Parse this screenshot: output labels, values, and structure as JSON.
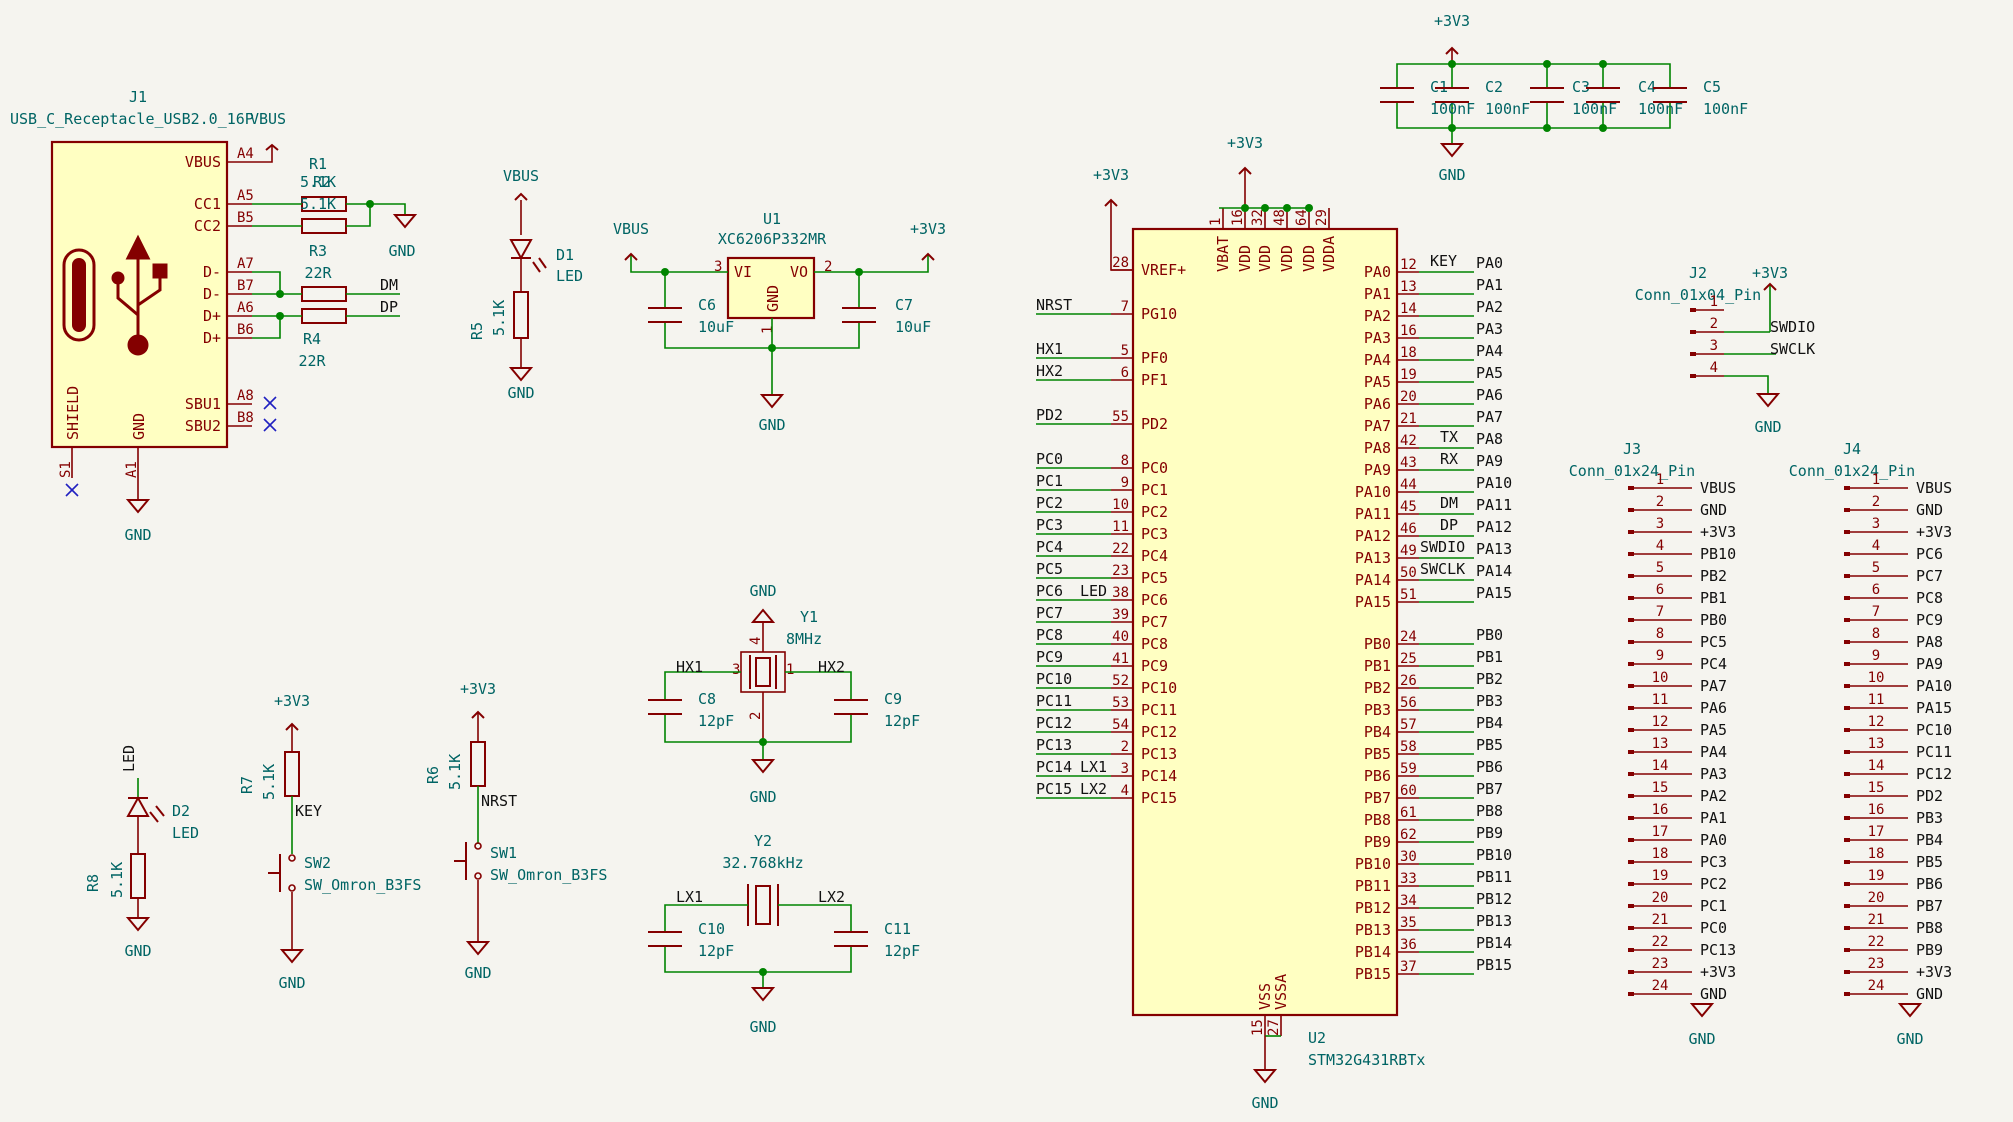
{
  "power": {
    "p3v3": "+3V3",
    "gnd": "GND",
    "vbus": "VBUS"
  },
  "j1": {
    "ref": "J1",
    "value": "USB_C_Receptacle_USB2.0_16P",
    "left_pins": [
      {
        "name": "VBUS",
        "num": "A4"
      },
      {
        "name": "CC1",
        "num": "A5"
      },
      {
        "name": "CC2",
        "num": "B5"
      },
      {
        "name": "D-",
        "num": "A7"
      },
      {
        "name": "D-",
        "num": "B7"
      },
      {
        "name": "D+",
        "num": "A6"
      },
      {
        "name": "D+",
        "num": "B6"
      },
      {
        "name": "SBU1",
        "num": "A8"
      },
      {
        "name": "SBU2",
        "num": "B8"
      }
    ],
    "shield": "SHIELD",
    "gnd_name": "GND",
    "s1": "S1",
    "a1": "A1"
  },
  "resistors": {
    "r1": {
      "ref": "R1",
      "value": "5.1K"
    },
    "r2": {
      "ref": "R2",
      "value": "5.1K"
    },
    "r3": {
      "ref": "R3",
      "value": "22R"
    },
    "r4": {
      "ref": "R4",
      "value": "22R"
    },
    "r5": {
      "ref": "R5",
      "value": "5.1K"
    },
    "r6": {
      "ref": "R6",
      "value": "5.1K"
    },
    "r7": {
      "ref": "R7",
      "value": "5.1K"
    },
    "r8": {
      "ref": "R8",
      "value": "5.1K"
    }
  },
  "diodes": {
    "d1": {
      "ref": "D1",
      "value": "LED"
    },
    "d2": {
      "ref": "D2",
      "value": "LED"
    }
  },
  "u1": {
    "ref": "U1",
    "value": "XC6206P332MR",
    "pin_vi": "VI",
    "pin_vo": "VO",
    "pin_gnd": "GND",
    "num_vi": "3",
    "num_vo": "2",
    "num_gnd": "1"
  },
  "caps": {
    "c1": {
      "ref": "C1",
      "value": "100nF"
    },
    "c2": {
      "ref": "C2",
      "value": "100nF"
    },
    "c3": {
      "ref": "C3",
      "value": "100nF"
    },
    "c4": {
      "ref": "C4",
      "value": "100nF"
    },
    "c5": {
      "ref": "C5",
      "value": "100nF"
    },
    "c6": {
      "ref": "C6",
      "value": "10uF"
    },
    "c7": {
      "ref": "C7",
      "value": "10uF"
    },
    "c8": {
      "ref": "C8",
      "value": "12pF"
    },
    "c9": {
      "ref": "C9",
      "value": "12pF"
    },
    "c10": {
      "ref": "C10",
      "value": "12pF"
    },
    "c11": {
      "ref": "C11",
      "value": "12pF"
    }
  },
  "crystals": {
    "y1": {
      "ref": "Y1",
      "value": "8MHz",
      "p1": "1",
      "p2": "2",
      "p3": "3",
      "p4": "4"
    },
    "y2": {
      "ref": "Y2",
      "value": "32.768kHz"
    }
  },
  "switches": {
    "sw1": {
      "ref": "SW1",
      "value": "SW_Omron_B3FS"
    },
    "sw2": {
      "ref": "SW2",
      "value": "SW_Omron_B3FS"
    }
  },
  "labels": {
    "dm": "DM",
    "dp": "DP",
    "key": "KEY",
    "nrst": "NRST",
    "led": "LED",
    "hx1": "HX1",
    "hx2": "HX2",
    "lx1": "LX1",
    "lx2": "LX2",
    "tx": "TX",
    "rx": "RX",
    "swdio": "SWDIO",
    "swclk": "SWCLK"
  },
  "u2": {
    "ref": "U2",
    "value": "STM32G431RBTx",
    "top_pins": [
      {
        "name": "VBAT",
        "num": "1"
      },
      {
        "name": "VDD",
        "num": "16"
      },
      {
        "name": "VDD",
        "num": "32"
      },
      {
        "name": "VDD",
        "num": "48"
      },
      {
        "name": "VDD",
        "num": "64"
      },
      {
        "name": "VDDA",
        "num": "29"
      }
    ],
    "bottom_pins": [
      {
        "name": "VSS",
        "num": "15"
      },
      {
        "name": "VSSA",
        "num": "27"
      }
    ],
    "left_pins": [
      {
        "name": "VREF+",
        "num": "28",
        "net": ""
      },
      {
        "name": "PG10",
        "num": "7",
        "net": "NRST"
      },
      {
        "name": "PF0",
        "num": "5",
        "net": "HX1"
      },
      {
        "name": "PF1",
        "num": "6",
        "net": "HX2"
      },
      {
        "name": "PD2",
        "num": "55",
        "net": "PD2"
      },
      {
        "name": "PC0",
        "num": "8",
        "net": "PC0"
      },
      {
        "name": "PC1",
        "num": "9",
        "net": "PC1"
      },
      {
        "name": "PC2",
        "num": "10",
        "net": "PC2"
      },
      {
        "name": "PC3",
        "num": "11",
        "net": "PC3"
      },
      {
        "name": "PC4",
        "num": "22",
        "net": "PC4"
      },
      {
        "name": "PC5",
        "num": "23",
        "net": "PC5"
      },
      {
        "name": "PC6",
        "num": "38",
        "net": "PC6"
      },
      {
        "name": "PC7",
        "num": "39",
        "net": "PC7"
      },
      {
        "name": "PC8",
        "num": "40",
        "net": "PC8"
      },
      {
        "name": "PC9",
        "num": "41",
        "net": "PC9"
      },
      {
        "name": "PC10",
        "num": "52",
        "net": "PC10"
      },
      {
        "name": "PC11",
        "num": "53",
        "net": "PC11"
      },
      {
        "name": "PC12",
        "num": "54",
        "net": "PC12"
      },
      {
        "name": "PC13",
        "num": "2",
        "net": "PC13"
      },
      {
        "name": "PC14",
        "num": "3",
        "net": "PC14"
      },
      {
        "name": "PC15",
        "num": "4",
        "net": "PC15"
      }
    ],
    "right_pins": [
      {
        "name": "PA0",
        "num": "12",
        "net": "PA0"
      },
      {
        "name": "PA1",
        "num": "13",
        "net": "PA1"
      },
      {
        "name": "PA2",
        "num": "14",
        "net": "PA2"
      },
      {
        "name": "PA3",
        "num": "16",
        "net": "PA3"
      },
      {
        "name": "PA4",
        "num": "18",
        "net": "PA4"
      },
      {
        "name": "PA5",
        "num": "19",
        "net": "PA5"
      },
      {
        "name": "PA6",
        "num": "20",
        "net": "PA6"
      },
      {
        "name": "PA7",
        "num": "21",
        "net": "PA7"
      },
      {
        "name": "PA8",
        "num": "42",
        "net": "PA8"
      },
      {
        "name": "PA9",
        "num": "43",
        "net": "PA9"
      },
      {
        "name": "PA10",
        "num": "44",
        "net": "PA10"
      },
      {
        "name": "PA11",
        "num": "45",
        "net": "PA11"
      },
      {
        "name": "PA12",
        "num": "46",
        "net": "PA12"
      },
      {
        "name": "PA13",
        "num": "49",
        "net": "PA13"
      },
      {
        "name": "PA14",
        "num": "50",
        "net": "PA14"
      },
      {
        "name": "PA15",
        "num": "51",
        "net": "PA15"
      },
      {
        "name": "PB0",
        "num": "24",
        "net": "PB0"
      },
      {
        "name": "PB1",
        "num": "25",
        "net": "PB1"
      },
      {
        "name": "PB2",
        "num": "26",
        "net": "PB2"
      },
      {
        "name": "PB3",
        "num": "56",
        "net": "PB3"
      },
      {
        "name": "PB4",
        "num": "57",
        "net": "PB4"
      },
      {
        "name": "PB5",
        "num": "58",
        "net": "PB5"
      },
      {
        "name": "PB6",
        "num": "59",
        "net": "PB6"
      },
      {
        "name": "PB7",
        "num": "60",
        "net": "PB7"
      },
      {
        "name": "PB8",
        "num": "61",
        "net": "PB8"
      },
      {
        "name": "PB9",
        "num": "62",
        "net": "PB9"
      },
      {
        "name": "PB10",
        "num": "30",
        "net": "PB10"
      },
      {
        "name": "PB11",
        "num": "33",
        "net": "PB11"
      },
      {
        "name": "PB12",
        "num": "34",
        "net": "PB12"
      },
      {
        "name": "PB13",
        "num": "35",
        "net": "PB13"
      },
      {
        "name": "PB14",
        "num": "36",
        "net": "PB14"
      },
      {
        "name": "PB15",
        "num": "37",
        "net": "PB15"
      }
    ]
  },
  "j2": {
    "ref": "J2",
    "value": "Conn_01x04_Pin",
    "pins": [
      "1",
      "2",
      "3",
      "4"
    ]
  },
  "j3": {
    "ref": "J3",
    "value": "Conn_01x24_Pin",
    "nets": [
      "VBUS",
      "GND",
      "+3V3",
      "PB10",
      "PB2",
      "PB1",
      "PB0",
      "PC5",
      "PC4",
      "PA7",
      "PA6",
      "PA5",
      "PA4",
      "PA3",
      "PA2",
      "PA1",
      "PA0",
      "PC3",
      "PC2",
      "PC1",
      "PC0",
      "PC13",
      "+3V3",
      "GND"
    ]
  },
  "j4": {
    "ref": "J4",
    "value": "Conn_01x24_Pin",
    "nets": [
      "VBUS",
      "GND",
      "+3V3",
      "PC6",
      "PC7",
      "PC8",
      "PC9",
      "PA8",
      "PA9",
      "PA10",
      "PA15",
      "PC10",
      "PC11",
      "PC12",
      "PD2",
      "PB3",
      "PB4",
      "PB5",
      "PB6",
      "PB7",
      "PB8",
      "PB9",
      "+3V3",
      "GND"
    ]
  }
}
